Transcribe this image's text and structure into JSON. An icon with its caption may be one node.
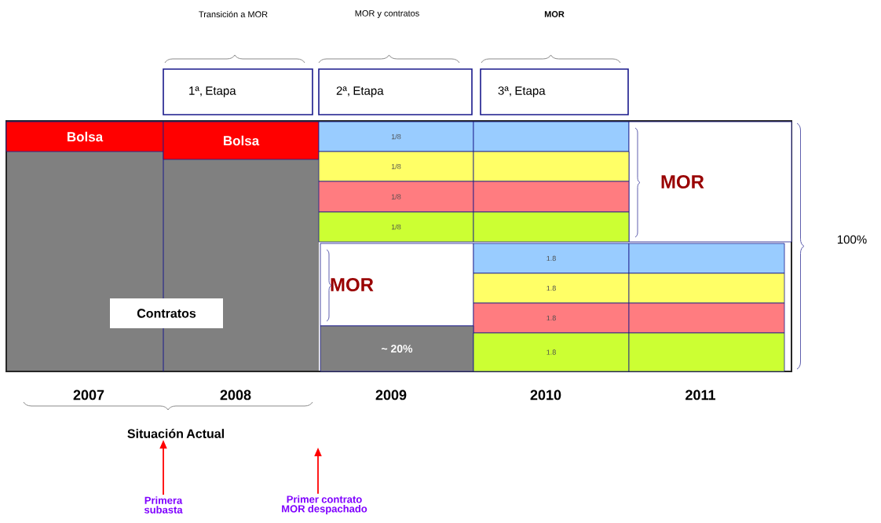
{
  "diagram": {
    "nodes": [
      {
        "text": [
          "1ª, Etapa"
        ]
      },
      {
        "text": [
          "2ª, Etapa"
        ]
      },
      {
        "text": [
          "3ª, Etapa"
        ]
      },
      {
        "text": [
          "Bolsa"
        ]
      },
      {
        "text": [
          "Bolsa"
        ]
      },
      {
        "text": [
          "1/8"
        ]
      },
      {
        "text": [],
        "shape": "bar"
      },
      {
        "text": [
          "MOR"
        ]
      },
      {
        "text": [
          "1/8"
        ]
      },
      {
        "text": [],
        "shape": "bar"
      },
      {
        "text": [
          "1/8"
        ]
      },
      {
        "text": [],
        "shape": "bar"
      },
      {
        "text": [
          "1/8"
        ]
      },
      {
        "text": [],
        "shape": "bar"
      },
      {
        "text": [
          "MOR"
        ]
      },
      {
        "text": [
          "1.8"
        ]
      },
      {
        "text": [],
        "shape": "bar"
      },
      {
        "text": [
          "1.8"
        ]
      },
      {
        "text": [],
        "shape": "bar"
      },
      {
        "text": [
          "1.8"
        ]
      },
      {
        "text": [],
        "shape": "bar"
      },
      {
        "text": [
          "Contratos"
        ]
      },
      {
        "text": [
          "~ 20%"
        ]
      },
      {
        "text": [
          "1.8"
        ]
      },
      {
        "text": [],
        "shape": "bar"
      },
      {
        "text": [
          "Primera subasta"
        ]
      },
      {
        "text": [
          "Primer contrato MOR despachado"
        ]
      },
      {
        "text": [
          "Situación Actual"
        ]
      }
    ],
    "edges": [
      {
        "from": 25,
        "to": 27,
        "arrow": "to"
      },
      {
        "from": 26,
        "to": null,
        "arrow": "to"
      }
    ],
    "labels": [
      "Transición a MOR",
      "MOR y contratos",
      "MOR",
      "100%",
      "2007",
      "2008",
      "2009",
      "2010",
      "2011"
    ]
  }
}
